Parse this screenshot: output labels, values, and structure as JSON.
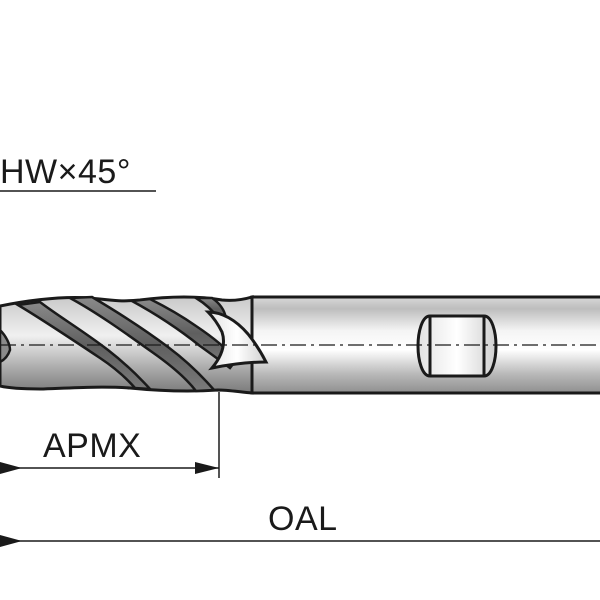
{
  "labels": {
    "chamfer": "HW×45°",
    "flute_length": "APMX",
    "overall_length": "OAL"
  }
}
